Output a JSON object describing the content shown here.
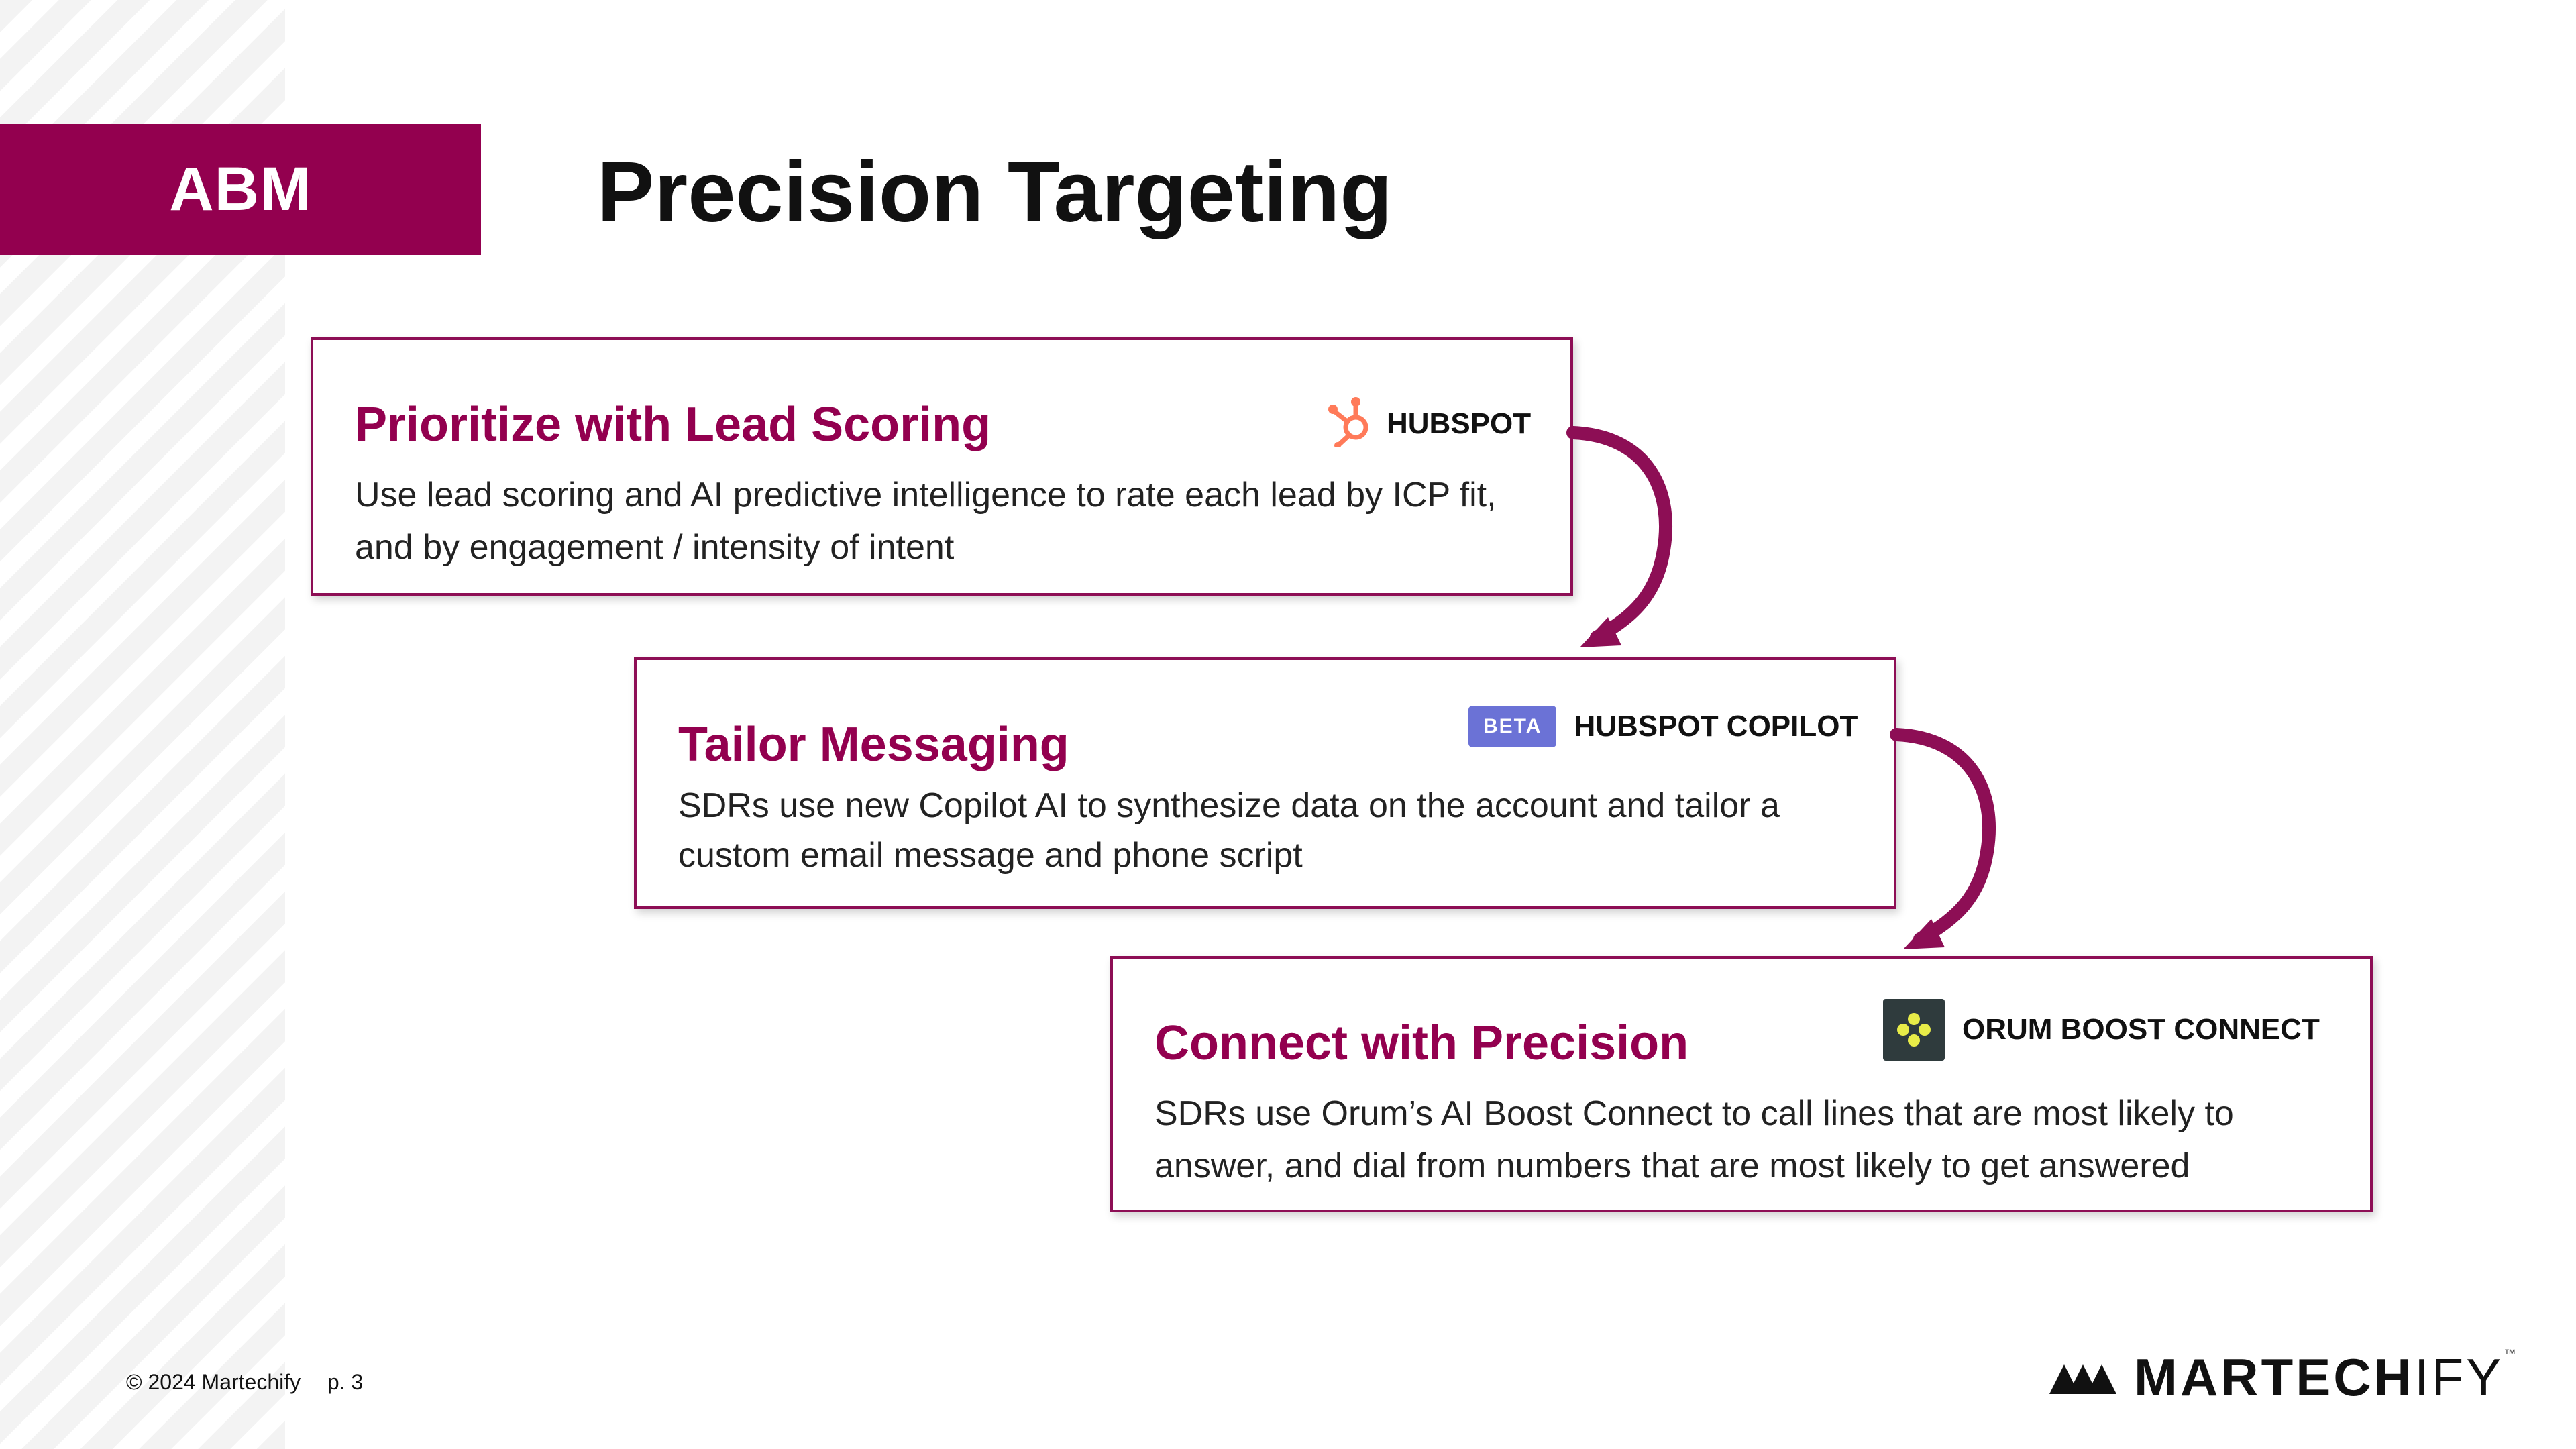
{
  "section_tag": "ABM",
  "page_title": "Precision Targeting",
  "cards": [
    {
      "title": "Prioritize with Lead Scoring",
      "description": "Use lead scoring and AI predictive intelligence to rate each lead by ICP fit, and by engagement / intensity of intent",
      "tool": {
        "name": "HUBSPOT",
        "icon": "hubspot-sprocket-icon"
      }
    },
    {
      "title": "Tailor Messaging",
      "description": "SDRs use new Copilot AI to synthesize data on the account and tailor a custom email message and phone script",
      "tool": {
        "badge": "BETA",
        "name": "HUBSPOT COPILOT"
      }
    },
    {
      "title": "Connect with Precision",
      "description": "SDRs use Orum’s AI Boost Connect to call lines that are most likely to answer, and dial from numbers that are most likely to get answered",
      "tool": {
        "name": "ORUM BOOST CONNECT",
        "icon": "orum-logo-icon"
      }
    }
  ],
  "footer": {
    "copyright": "© 2024 Martechify",
    "page": "p. 3"
  },
  "brand": {
    "name_bold": "MARTECH",
    "name_light": "IFY",
    "trademark": "™",
    "icon": "martechify-logo-icon"
  },
  "colors": {
    "accent": "#93004f",
    "card_border": "#8d0e55",
    "beta_badge": "#6b72d6",
    "hubspot_orange": "#ff7a59",
    "orum_yellow": "#e8ec48"
  }
}
